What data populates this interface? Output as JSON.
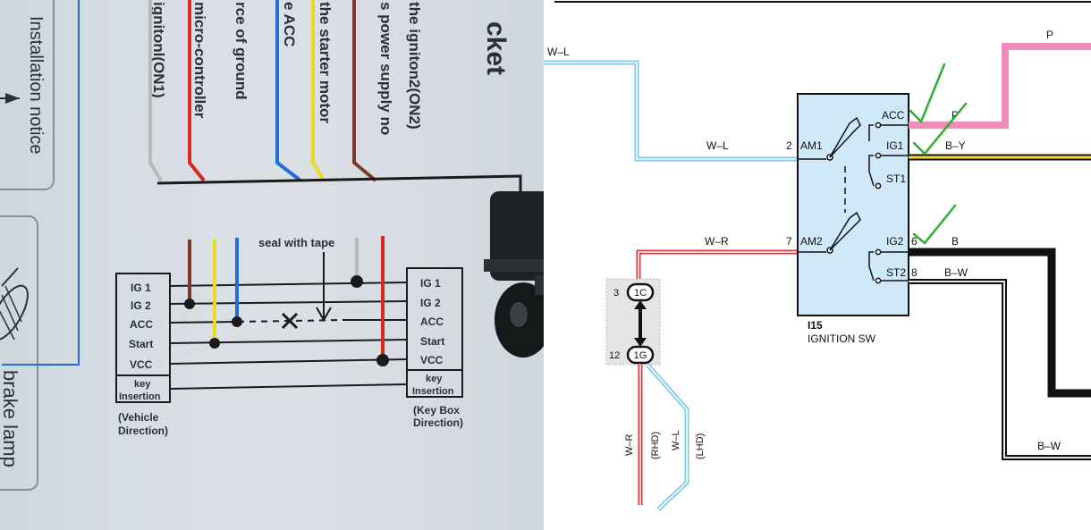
{
  "left_panel": {
    "rotated_lines": [
      "ignitonl(ON1)",
      "micro-controller",
      "rce of ground",
      "e ACC",
      "the starter motor",
      "s power supply no",
      "the igniton2(ON2)"
    ],
    "header_fragment": "cket",
    "install_notice": "Installation notice",
    "brake_lamp": "brake lamp",
    "seal_label": "seal with tape",
    "vehicle_box": {
      "rows": [
        "IG 1",
        "IG 2",
        "ACC",
        "Start",
        "VCC"
      ],
      "key_line1": "key",
      "key_line2": "Insertion",
      "caption_line1": "(Vehicle",
      "caption_line2": "Direction)"
    },
    "keybox_box": {
      "rows": [
        "IG 1",
        "IG 2",
        "ACC",
        "Start",
        "VCC"
      ],
      "key_line1": "key",
      "key_line2": "Insertion",
      "caption_line1": "(Key Box",
      "caption_line2": "Direction)"
    },
    "colors": {
      "brown": "#7a3b22",
      "yellow": "#e8dc1c",
      "blue": "#1e6fd6",
      "gray": "#b8b8b8",
      "red": "#d42a20",
      "black": "#1a1a1a",
      "paper": "#d8dee5"
    }
  },
  "right_panel": {
    "wire_wl_top": "W–L",
    "wire_wl_mid": "W–L",
    "wire_wr": "W–R",
    "pin_am1": "2",
    "pin_am2": "7",
    "switch_id": "I15",
    "switch_name": "IGNITION SW",
    "term_am1": "AM1",
    "term_am2": "AM2",
    "term_acc": "ACC",
    "term_ig1": "IG1",
    "term_st1": "ST1",
    "term_ig2": "IG2",
    "term_st2": "ST2",
    "pin_ig2": "6",
    "pin_st2": "8",
    "wire_p_top": "P",
    "wire_p": "P",
    "wire_by": "B–Y",
    "wire_b": "B",
    "wire_bw": "B–W",
    "wire_bw_bottom": "B–W",
    "conn_1c_num": "3",
    "conn_1c": "1C",
    "conn_1g_num": "12",
    "conn_1g": "1G",
    "vert_wr": "W–R",
    "vert_rhd": "(RHD)",
    "vert_wl": "W–L",
    "vert_lhd": "(LHD)",
    "colors": {
      "switch_fill": "#cfe9f8",
      "pink": "#f08cba",
      "yellow": "#f2d84a",
      "light_blue": "#7ec8ea",
      "red": "#e03838",
      "check_green": "#2fae2f",
      "black": "#111111"
    }
  }
}
